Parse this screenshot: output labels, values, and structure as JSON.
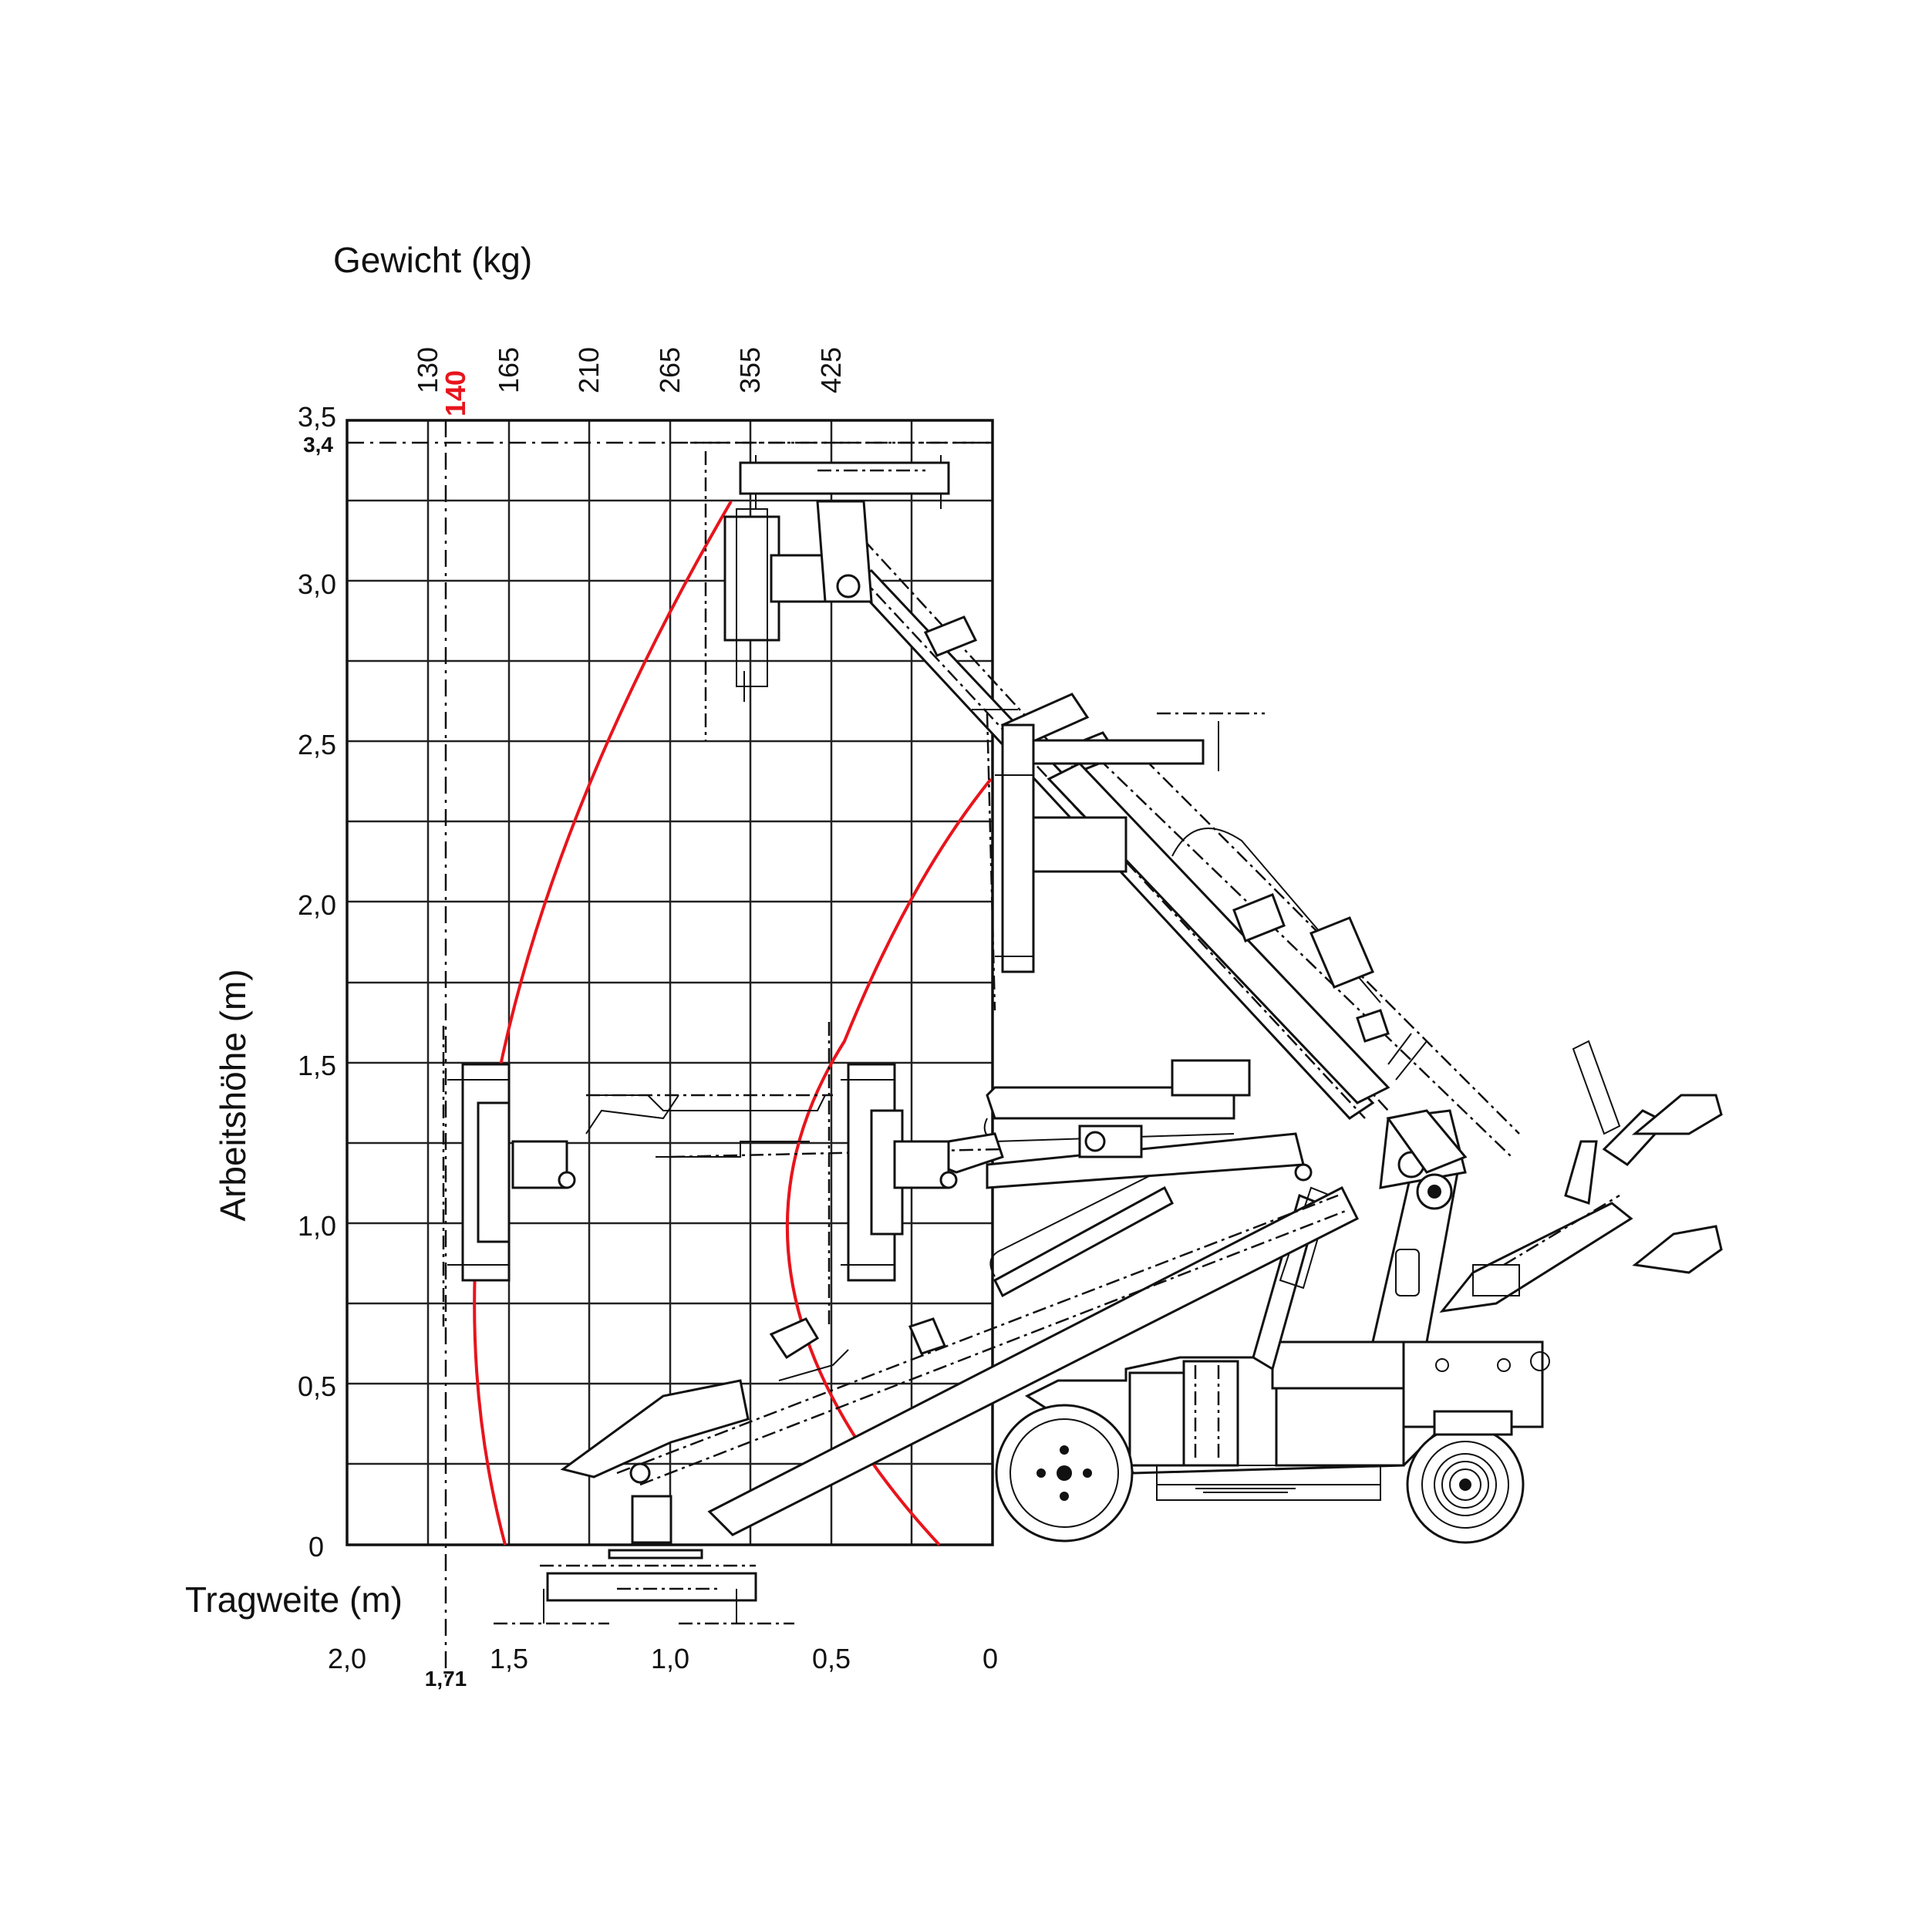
{
  "labels": {
    "weight_axis": "Gewicht (kg)",
    "height_axis": "Arbeitshöhe (m)",
    "reach_axis": "Tragweite (m)"
  },
  "weight_ticks": [
    "130",
    "165",
    "210",
    "265",
    "355",
    "425"
  ],
  "weight_highlight": "140",
  "height_ticks": [
    "3,5",
    "3,0",
    "2,5",
    "2,0",
    "1,5",
    "1,0",
    "0,5",
    "0"
  ],
  "height_marker": "3,4",
  "reach_ticks": [
    "2,0",
    "1,5",
    "1,0",
    "0,5",
    "0"
  ],
  "reach_marker": "1,71",
  "colors": {
    "limit_curve": "#e8141c",
    "highlight_text": "#e8141c",
    "lines": "#111111"
  },
  "icons": [
    "lifting-machine-icon",
    "vacuum-suction-plate-icon"
  ]
}
